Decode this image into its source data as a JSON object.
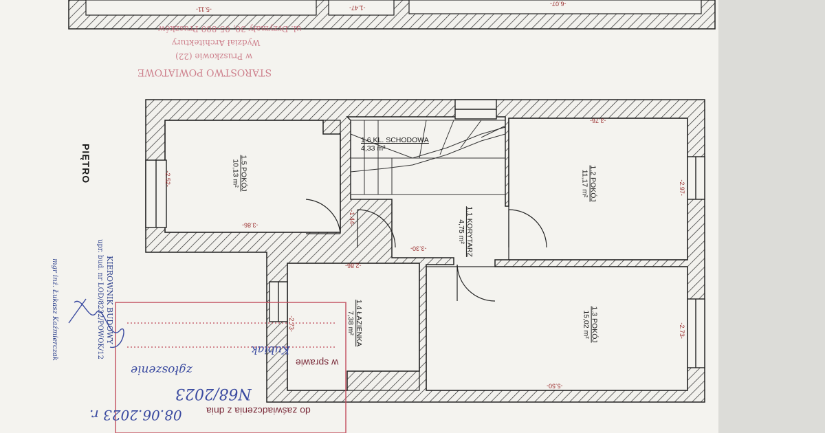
{
  "floor_label": "PIĘTRO",
  "rooms": {
    "stairs": {
      "name": "1.6 KL. SCHODOWA",
      "area": "4,33 m²"
    },
    "room15": {
      "name": "1.5 POKÓJ",
      "area": "10,13 m²"
    },
    "room12": {
      "name": "1.2 POKÓJ",
      "area": "11,17 m²"
    },
    "corridor": {
      "name": "1.1 KORYTARZ",
      "area": "4,75 m²"
    },
    "bathroom": {
      "name": "1.4 ŁAZIENKA",
      "area": "7,38 m²"
    },
    "room13": {
      "name": "1.3 POKÓJ",
      "area": "15,02 m²"
    }
  },
  "dimensions": {
    "top_left": "-5.11-",
    "top_mid": "-1.47-",
    "top_right": "-6.07-",
    "d376": "-3.76-",
    "d252": "-2.52-",
    "d297": "-2.97-",
    "d386": "-3.86-",
    "d144": "-1.44-",
    "d330": "-3.30-",
    "d286": "-2.86-",
    "d273a": "-2.73-",
    "d273b": "-2.73-",
    "d550": "-5.50-"
  },
  "stamp_office": {
    "line1": "STAROSTWO POWIATOWE",
    "line2": "w Pruszkowie   (22)",
    "line3": "Wydział Architektury",
    "line4": "ul. Drzymały 30, 05-800 Pruszków"
  },
  "stamp_manager": {
    "line1": "KIEROWNIK BUDOWY",
    "line2": "upr. bud. nr LOD/8232/POWOK/12",
    "line3": "mgr inż. Łukasz Kaźmierczak"
  },
  "approval_box": {
    "line1": "do zaświadczenia z dnia",
    "line2": "w sprawie",
    "date_handwritten": "08.06.2023 r.",
    "ref_handwritten": "N68/2023",
    "note_handwritten": "zgłoszenie",
    "sign_handwritten": "Kubiak"
  },
  "colors": {
    "paper": "#ecebe6",
    "wall_line": "#222222",
    "stamp_red": "#c0586a",
    "stamp_blue": "#2b3f8c",
    "dimension": "#9a2c2c"
  }
}
